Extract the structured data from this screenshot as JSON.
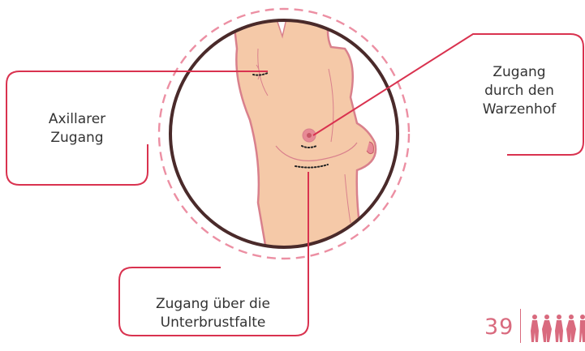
{
  "labels": {
    "axillar": [
      "Axillarer",
      "Zugang"
    ],
    "warzenhof": [
      "Zugang",
      "durch den",
      "Warzenhof"
    ],
    "unterbrust": [
      "Zugang über die",
      "Unterbrustfalte"
    ]
  },
  "page_number": "39",
  "colors": {
    "accent": "#d9324f",
    "skin": "#f5c9a8",
    "skin_outline": "#d9808c",
    "circle_dark": "#4a2a2a",
    "circle_dashed": "#ec8fa3",
    "page_pink": "#d96a7e"
  },
  "icons": {
    "logo": "women-silhouettes-icon"
  }
}
